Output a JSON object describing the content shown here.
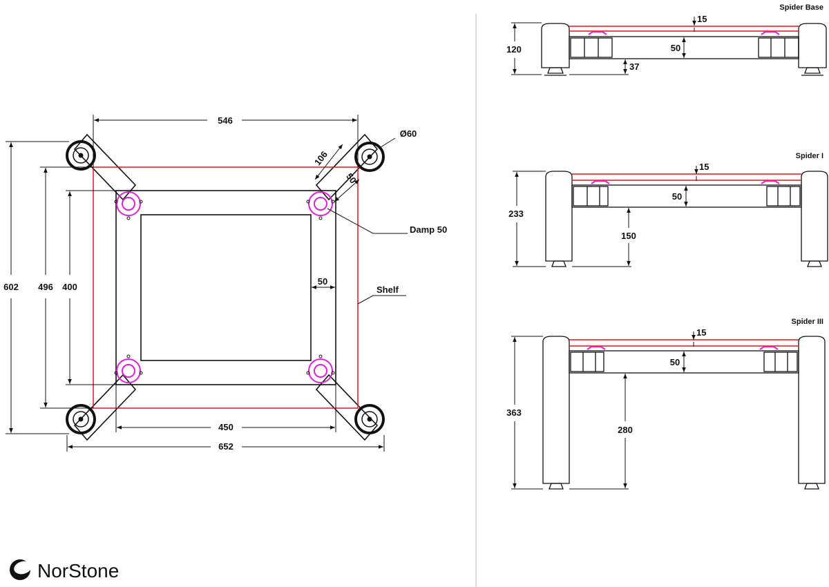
{
  "brand": {
    "name": "NorStone"
  },
  "top_view": {
    "dims": {
      "width_outer": "546",
      "diameter_foot": "Ø60",
      "arm_length": "106",
      "arm_width": "50",
      "damp": "Damp 50",
      "frame_width": "50",
      "shelf": "Shelf",
      "height_602": "602",
      "height_496": "496",
      "height_400": "400",
      "width_450": "450",
      "width_652": "652"
    }
  },
  "side_views": [
    {
      "title": "Spider Base",
      "dims": {
        "top": "15",
        "beam": "50",
        "clear": "37",
        "height": "120"
      }
    },
    {
      "title": "Spider I",
      "dims": {
        "top": "15",
        "beam": "50",
        "clear": "150",
        "height": "233"
      }
    },
    {
      "title": "Spider III",
      "dims": {
        "top": "15",
        "beam": "50",
        "clear": "280",
        "height": "363"
      }
    }
  ],
  "colors": {
    "line": "#111111",
    "shelf": "#e0141e",
    "damper": "#e020d8",
    "divider": "#bbbbbb"
  }
}
